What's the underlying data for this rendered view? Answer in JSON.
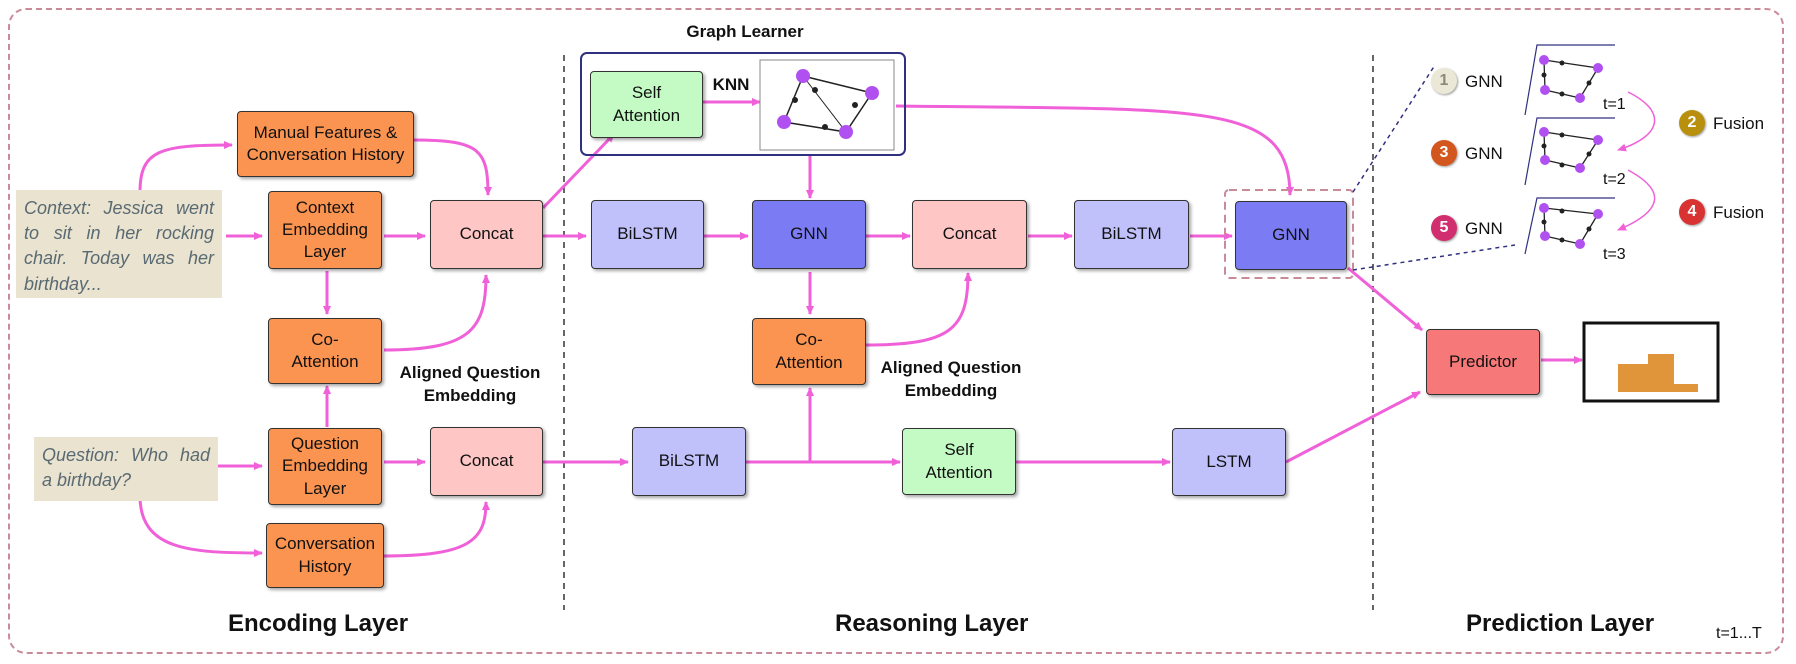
{
  "nodes": {
    "manual_features": "Manual Features &\nConversation History",
    "context_embedding": "Context\nEmbedding\nLayer",
    "co_attention_enc": "Co-\nAttention",
    "question_embedding": "Question\nEmbedding\nLayer",
    "conversation_history": "Conversation\nHistory",
    "concat_top": "Concat",
    "concat_bottom": "Concat",
    "self_attention_gl": "Self\nAttention",
    "bilstm_top": "BiLSTM",
    "gnn_mid": "GNN",
    "concat_mid": "Concat",
    "bilstm_right": "BiLSTM",
    "gnn_right": "GNN",
    "co_attention_reason": "Co-\nAttention",
    "bilstm_bottom": "BiLSTM",
    "self_attention_bottom": "Self\nAttention",
    "lstm": "LSTM",
    "predictor": "Predictor"
  },
  "notes": {
    "context": "Context: Jessica went to sit in her rocking chair. Today was her birthday...",
    "question": "Question: Who had a birthday?"
  },
  "labels": {
    "graph_learner": "Graph Learner",
    "knn": "KNN",
    "aligned_enc": "Aligned Question\nEmbedding",
    "aligned_reason": "Aligned Question\nEmbedding"
  },
  "sections": {
    "encoding": "Encoding Layer",
    "reasoning": "Reasoning Layer",
    "prediction": "Prediction Layer",
    "time": "t=1...T"
  },
  "steps": [
    {
      "num": "1",
      "text": "GNN",
      "color": "#ece8d8",
      "text_color": "#8a8a7a"
    },
    {
      "num": "2",
      "text": "Fusion",
      "color": "#b8900e",
      "text_color": "#ffffff"
    },
    {
      "num": "3",
      "text": "GNN",
      "color": "#d2561e",
      "text_color": "#ffffff"
    },
    {
      "num": "4",
      "text": "Fusion",
      "color": "#d83232",
      "text_color": "#ffffff"
    },
    {
      "num": "5",
      "text": "GNN",
      "color": "#d02e6e",
      "text_color": "#ffffff"
    }
  ],
  "time_steps": [
    "t=1",
    "t=2",
    "t=3"
  ],
  "colors": {
    "arrow": "#f060d8",
    "node_purple": "#b050f0",
    "orange": "#fb9450",
    "pink": "#ffc6c6",
    "lavender": "#c0c0fb",
    "blue": "#7b7bf3",
    "green": "#c4fbc4",
    "predictor": "#f77878",
    "histogram": "#e0953a",
    "border": "#c98a9a"
  }
}
